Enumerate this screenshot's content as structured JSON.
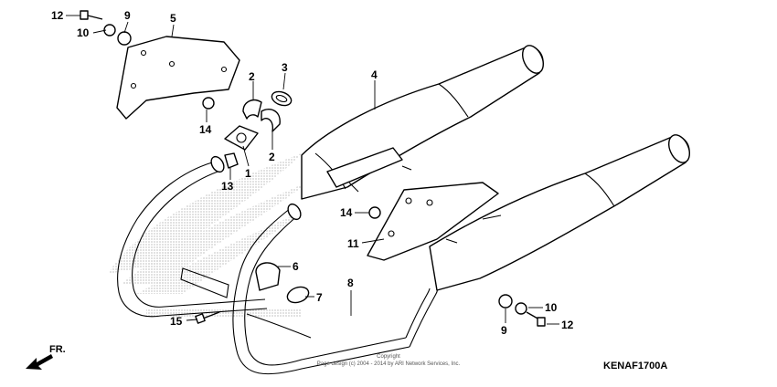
{
  "diagram": {
    "code": "KENAF1700A",
    "direction_label": "FR.",
    "copyright_line1": "Copyright",
    "copyright_line2": "Page design (c) 2004 - 2014 by ARI Network Services, Inc.",
    "callouts": [
      {
        "id": "c12a",
        "text": "12"
      },
      {
        "id": "c9a",
        "text": "9"
      },
      {
        "id": "c10a",
        "text": "10"
      },
      {
        "id": "c5",
        "text": "5"
      },
      {
        "id": "c2a",
        "text": "2"
      },
      {
        "id": "c3",
        "text": "3"
      },
      {
        "id": "c4",
        "text": "4"
      },
      {
        "id": "c14a",
        "text": "14"
      },
      {
        "id": "c1",
        "text": "1"
      },
      {
        "id": "c2b",
        "text": "2"
      },
      {
        "id": "c13",
        "text": "13"
      },
      {
        "id": "c14b",
        "text": "14"
      },
      {
        "id": "c11",
        "text": "11"
      },
      {
        "id": "c6",
        "text": "6"
      },
      {
        "id": "c8",
        "text": "8"
      },
      {
        "id": "c7",
        "text": "7"
      },
      {
        "id": "c15",
        "text": "15"
      },
      {
        "id": "c10b",
        "text": "10"
      },
      {
        "id": "c9b",
        "text": "9"
      },
      {
        "id": "c12b",
        "text": "12"
      }
    ]
  }
}
